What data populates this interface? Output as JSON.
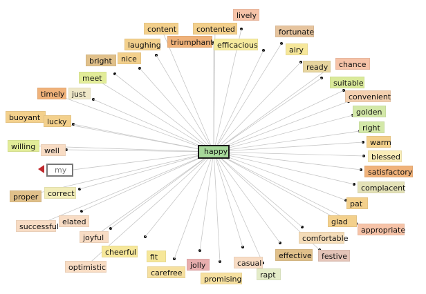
{
  "center": {
    "label": "happy",
    "color": "#a6d89a"
  },
  "selected": {
    "label": "my"
  },
  "nodes": [
    {
      "label": "lively",
      "color": "#f6c3a8"
    },
    {
      "label": "content",
      "color": "#f3d08c"
    },
    {
      "label": "contented",
      "color": "#f3d08c"
    },
    {
      "label": "fortunate",
      "color": "#e6c49e"
    },
    {
      "label": "laughing",
      "color": "#f3d08c"
    },
    {
      "label": "triumphant",
      "color": "#f0b27a"
    },
    {
      "label": "efficacious",
      "color": "#f6eb9e"
    },
    {
      "label": "airy",
      "color": "#f6e79a"
    },
    {
      "label": "nice",
      "color": "#f3d08c"
    },
    {
      "label": "bright",
      "color": "#e0c08a"
    },
    {
      "label": "chance",
      "color": "#f6c3a8"
    },
    {
      "label": "ready",
      "color": "#e6d49e"
    },
    {
      "label": "meet",
      "color": "#e2ec98"
    },
    {
      "label": "suitable",
      "color": "#daea9a"
    },
    {
      "label": "timely",
      "color": "#f0b27a"
    },
    {
      "label": "just",
      "color": "#efe8c8"
    },
    {
      "label": "convenient",
      "color": "#f3d0b0"
    },
    {
      "label": "golden",
      "color": "#d3e8a8"
    },
    {
      "label": "buoyant",
      "color": "#f3d08c"
    },
    {
      "label": "lucky",
      "color": "#f3d08c"
    },
    {
      "label": "right",
      "color": "#d3e8a8"
    },
    {
      "label": "warm",
      "color": "#f3d08c"
    },
    {
      "label": "willing",
      "color": "#e2ec98"
    },
    {
      "label": "well",
      "color": "#f8dcc4"
    },
    {
      "label": "blessed",
      "color": "#f9ecb8"
    },
    {
      "label": "satisfactory",
      "color": "#f0b27a"
    },
    {
      "label": "complacent",
      "color": "#e4e2b8"
    },
    {
      "label": "proper",
      "color": "#e0c08a"
    },
    {
      "label": "correct",
      "color": "#f1ecb8"
    },
    {
      "label": "pat",
      "color": "#f3d08c"
    },
    {
      "label": "successful",
      "color": "#f8dcc4"
    },
    {
      "label": "elated",
      "color": "#f8dcc4"
    },
    {
      "label": "glad",
      "color": "#f3d08c"
    },
    {
      "label": "appropriate",
      "color": "#f6c3a8"
    },
    {
      "label": "joyful",
      "color": "#f8dcc4"
    },
    {
      "label": "comfortable",
      "color": "#f4dcb8"
    },
    {
      "label": "cheerful",
      "color": "#f6e79a"
    },
    {
      "label": "festive",
      "color": "#e4c4b8"
    },
    {
      "label": "fit",
      "color": "#f6e79a"
    },
    {
      "label": "effective",
      "color": "#e0c08a"
    },
    {
      "label": "optimistic",
      "color": "#f8dcc4"
    },
    {
      "label": "carefree",
      "color": "#f6e0a0"
    },
    {
      "label": "jolly",
      "color": "#e8aeae"
    },
    {
      "label": "casual",
      "color": "#f8dcc4"
    },
    {
      "label": "promising",
      "color": "#f6e0a0"
    },
    {
      "label": "rapt",
      "color": "#e4ecc8"
    }
  ]
}
